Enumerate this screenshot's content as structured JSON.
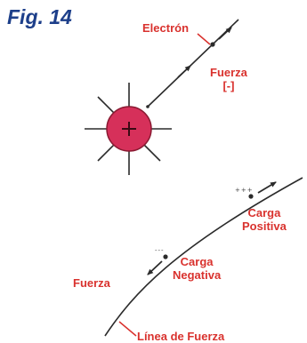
{
  "figure": {
    "title": "Fig. 14",
    "labels": {
      "electron": "Electrón",
      "force_top_line1": "Fuerza",
      "force_top_line2": "[-]",
      "positive_charge_line1": "Carga",
      "positive_charge_line2": "Positiva",
      "negative_charge_line1": "Carga",
      "negative_charge_line2": "Negativa",
      "force_bottom": "Fuerza",
      "field_line": "Línea de Fuerza"
    },
    "marks": {
      "plus_mark": "+++",
      "minus_mark": "---"
    }
  },
  "colors": {
    "label": "#d9322e",
    "title": "#1d3f8a",
    "charge_fill": "#d6305a",
    "line": "#2b2b2b"
  }
}
